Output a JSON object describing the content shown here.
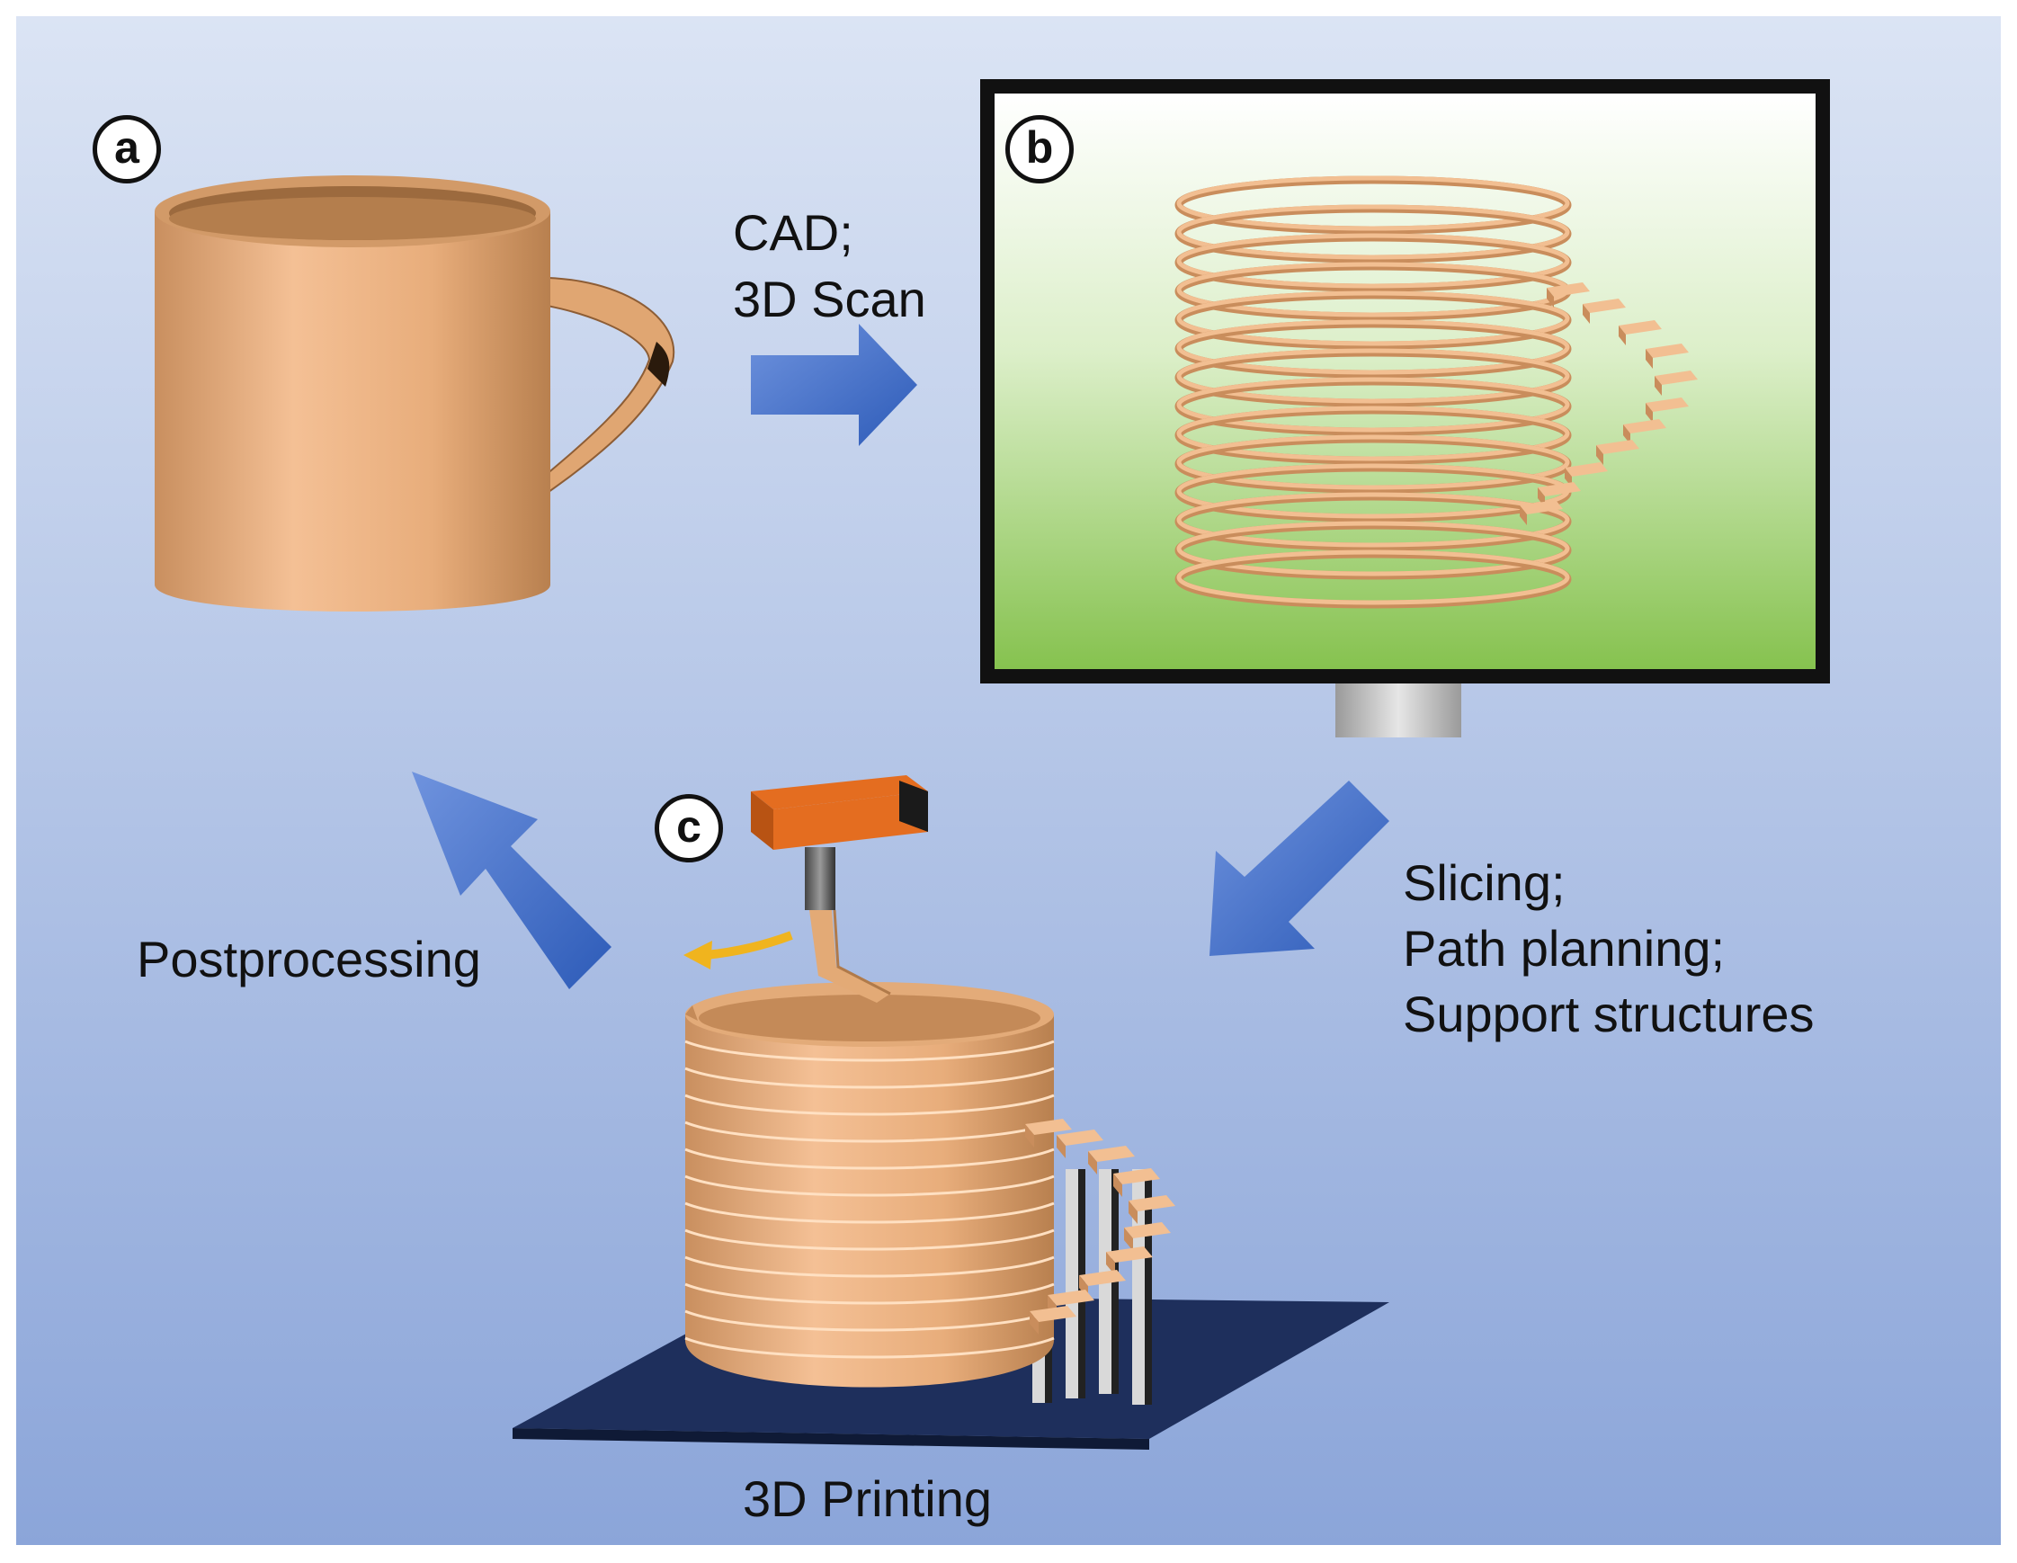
{
  "panels": {
    "a": {
      "badge": "a"
    },
    "b": {
      "badge": "b"
    },
    "c": {
      "badge": "c"
    }
  },
  "steps": {
    "modeling": {
      "line1": "CAD;",
      "line2": "3D Scan"
    },
    "slicing": {
      "line1": "Slicing;",
      "line2": "Path planning;",
      "line3": "Support structures"
    },
    "printing": {
      "label": "3D Printing"
    },
    "post": {
      "label": "Postprocessing"
    }
  },
  "colors": {
    "background_top": "#d9e3f4",
    "background_bottom": "#8aa4d8",
    "mug": "#f0b98a",
    "mug_shadow": "#c9895a",
    "arrow": "#3b68c4",
    "screen_top": "#ffffff",
    "screen_bottom": "#8dc65a",
    "print_bed": "#1e2f5c",
    "nozzle_head": "#e06a1c",
    "motion_arrow": "#f0b41e"
  },
  "icons": {
    "mug": "coffee-mug-icon",
    "monitor": "monitor-icon",
    "printer": "3d-printer-nozzle-icon"
  }
}
